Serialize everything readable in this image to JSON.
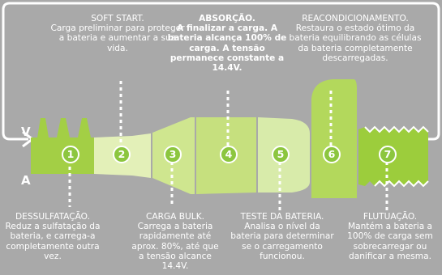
{
  "axis": {
    "v": "V",
    "a": "A"
  },
  "stages": [
    {
      "n": "1",
      "title": "DESSULFATAÇÃO.",
      "desc": "Reduz a sulfatação da bateria, e carrega-a completamente outra vez."
    },
    {
      "n": "2",
      "title": "SOFT START.",
      "desc": "Carga preliminar para proteger a bateria e aumentar a sua vida."
    },
    {
      "n": "3",
      "title": "CARGA BULK.",
      "desc": "Carrega a bateria rapidamente até aprox. 80%, até que a tensão alcance 14.4V."
    },
    {
      "n": "4",
      "title": "ABSORÇÃO.",
      "desc": "A finalizar a carga. A bateria alcança 100% de carga. A tensão permanece constante a 14.4V."
    },
    {
      "n": "5",
      "title": "TESTE DA BATERIA.",
      "desc": "Analisa o nível da bateria para determinar se o carregamento funcionou."
    },
    {
      "n": "6",
      "title": "REACONDICIONAMENTO.",
      "desc": "Restaura o estado ótimo da bateria equilibrando as células da bateria completamente descarregadas."
    },
    {
      "n": "7",
      "title": "FLUTUAÇÃO.",
      "desc": "Mantém a bateria a 100% de carga sem sobrecarregar ou danificar a mesma."
    }
  ],
  "colors": {
    "background": "#a9a9a9",
    "accent": "#8cc63f",
    "light": "#e6f2bf",
    "mid": "#c4e07a"
  }
}
